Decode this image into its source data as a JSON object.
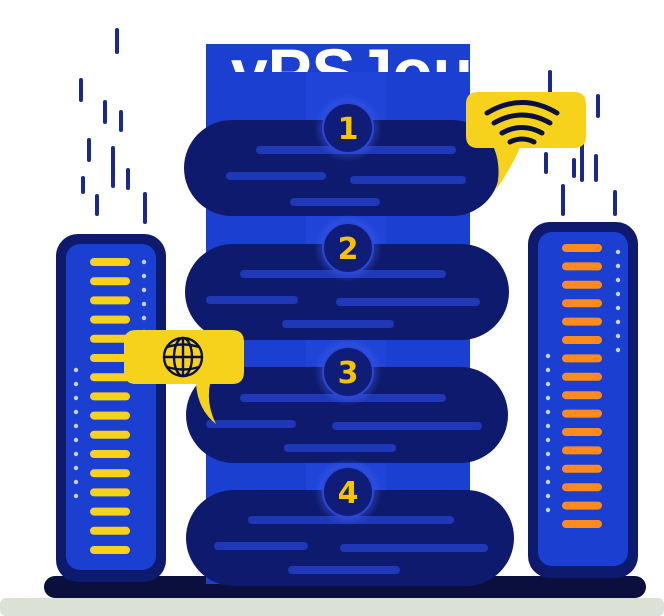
{
  "title": "vPSJou",
  "stack": {
    "badges": [
      "1",
      "2",
      "3",
      "4"
    ]
  },
  "icons": {
    "wifi": "wifi-icon",
    "globe": "globe-icon"
  },
  "colors": {
    "navy": "#0d1a6e",
    "dark": "#0a0f3d",
    "blue": "#1b3fd0",
    "yellow": "#f7d21c",
    "orange": "#ff8a1e",
    "floor": "#dbe2d5"
  }
}
